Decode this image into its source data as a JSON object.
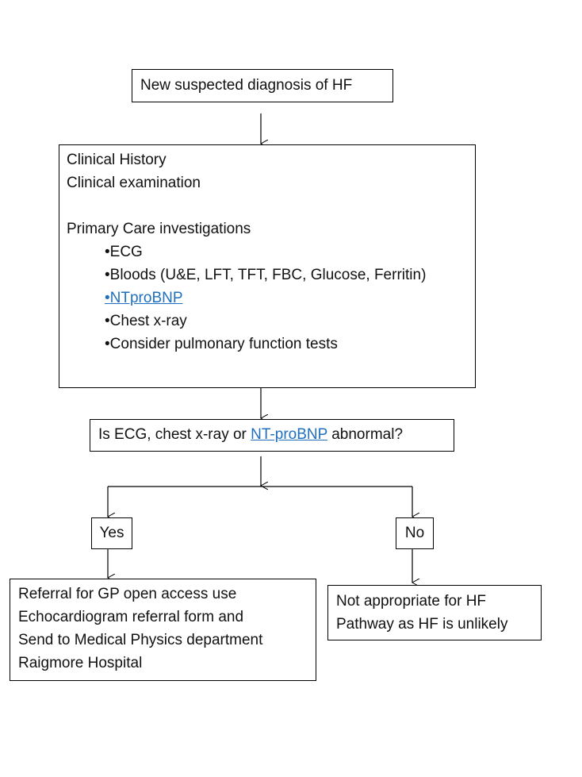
{
  "start": "New suspected diagnosis of HF",
  "assessment": {
    "lines": [
      "Clinical History",
      "Clinical examination"
    ],
    "investigations_heading": "Primary Care investigations",
    "items": [
      {
        "text": "•ECG",
        "link": false
      },
      {
        "text": "•Bloods (U&E, LFT, TFT, FBC, Glucose, Ferritin)",
        "link": false
      },
      {
        "text": "NTproBNP",
        "link": true,
        "bullet": "•"
      },
      {
        "text": "•Chest x-ray",
        "link": false
      },
      {
        "text": "•Consider pulmonary function tests",
        "link": false
      }
    ]
  },
  "decision": {
    "before": "Is ECG, chest x-ray or ",
    "link": "NT-proBNP",
    "after": " abnormal?"
  },
  "yes_label": "Yes",
  "no_label": "No",
  "yes_outcome": [
    "Referral for GP open access use",
    "Echocardiogram referral form and",
    "Send to Medical Physics department",
    "Raigmore Hospital"
  ],
  "no_outcome": [
    "Not appropriate for HF",
    "Pathway as HF is unlikely"
  ],
  "colors": {
    "link": "#1f6fbf"
  }
}
